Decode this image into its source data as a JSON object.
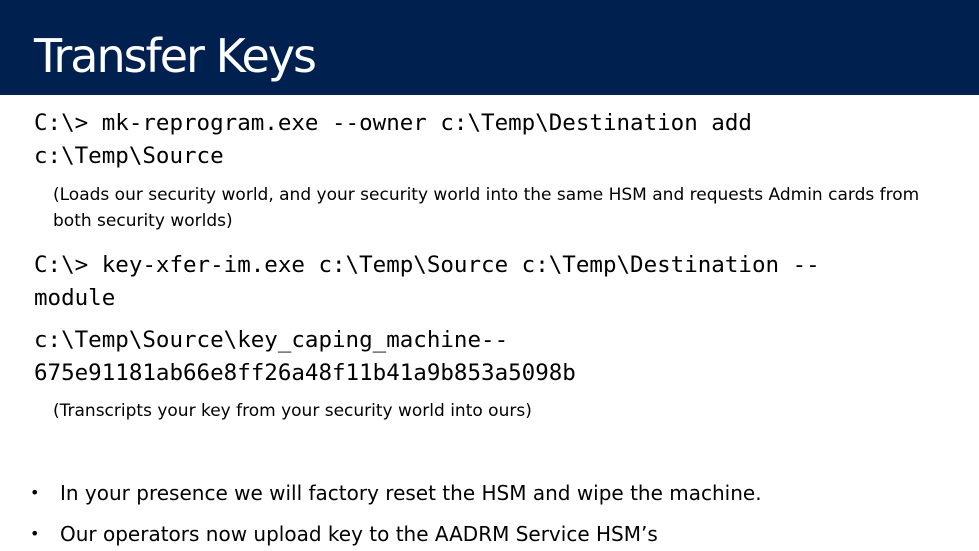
{
  "title": "Transfer Keys",
  "commands": {
    "cmd1": {
      "line1": "C:\\> mk-reprogram.exe --owner c:\\Temp\\Destination add",
      "line2": "c:\\Temp\\Source",
      "note_line1": "(Loads our security world, and your security world into the same HSM and requests Admin cards from",
      "note_line2": "both security worlds)"
    },
    "cmd2": {
      "line1": "C:\\> key-xfer-im.exe c:\\Temp\\Source c:\\Temp\\Destination --",
      "line2": "module",
      "line3": "c:\\Temp\\Source\\key_caping_machine--",
      "line4": "675e91181ab66e8ff26a48f11b41a9b853a5098b",
      "note": "(Transcripts your key from your security world into ours)"
    }
  },
  "bullets": [
    {
      "marker": "•",
      "text": "In your presence we will factory reset the HSM and wipe the machine."
    },
    {
      "marker": "•",
      "text": "Our operators now upload key to the AADRM Service HSM’s"
    }
  ],
  "colors": {
    "header": "#002050",
    "title": "#ffffff",
    "text": "#000000",
    "background": "#ffffff"
  }
}
